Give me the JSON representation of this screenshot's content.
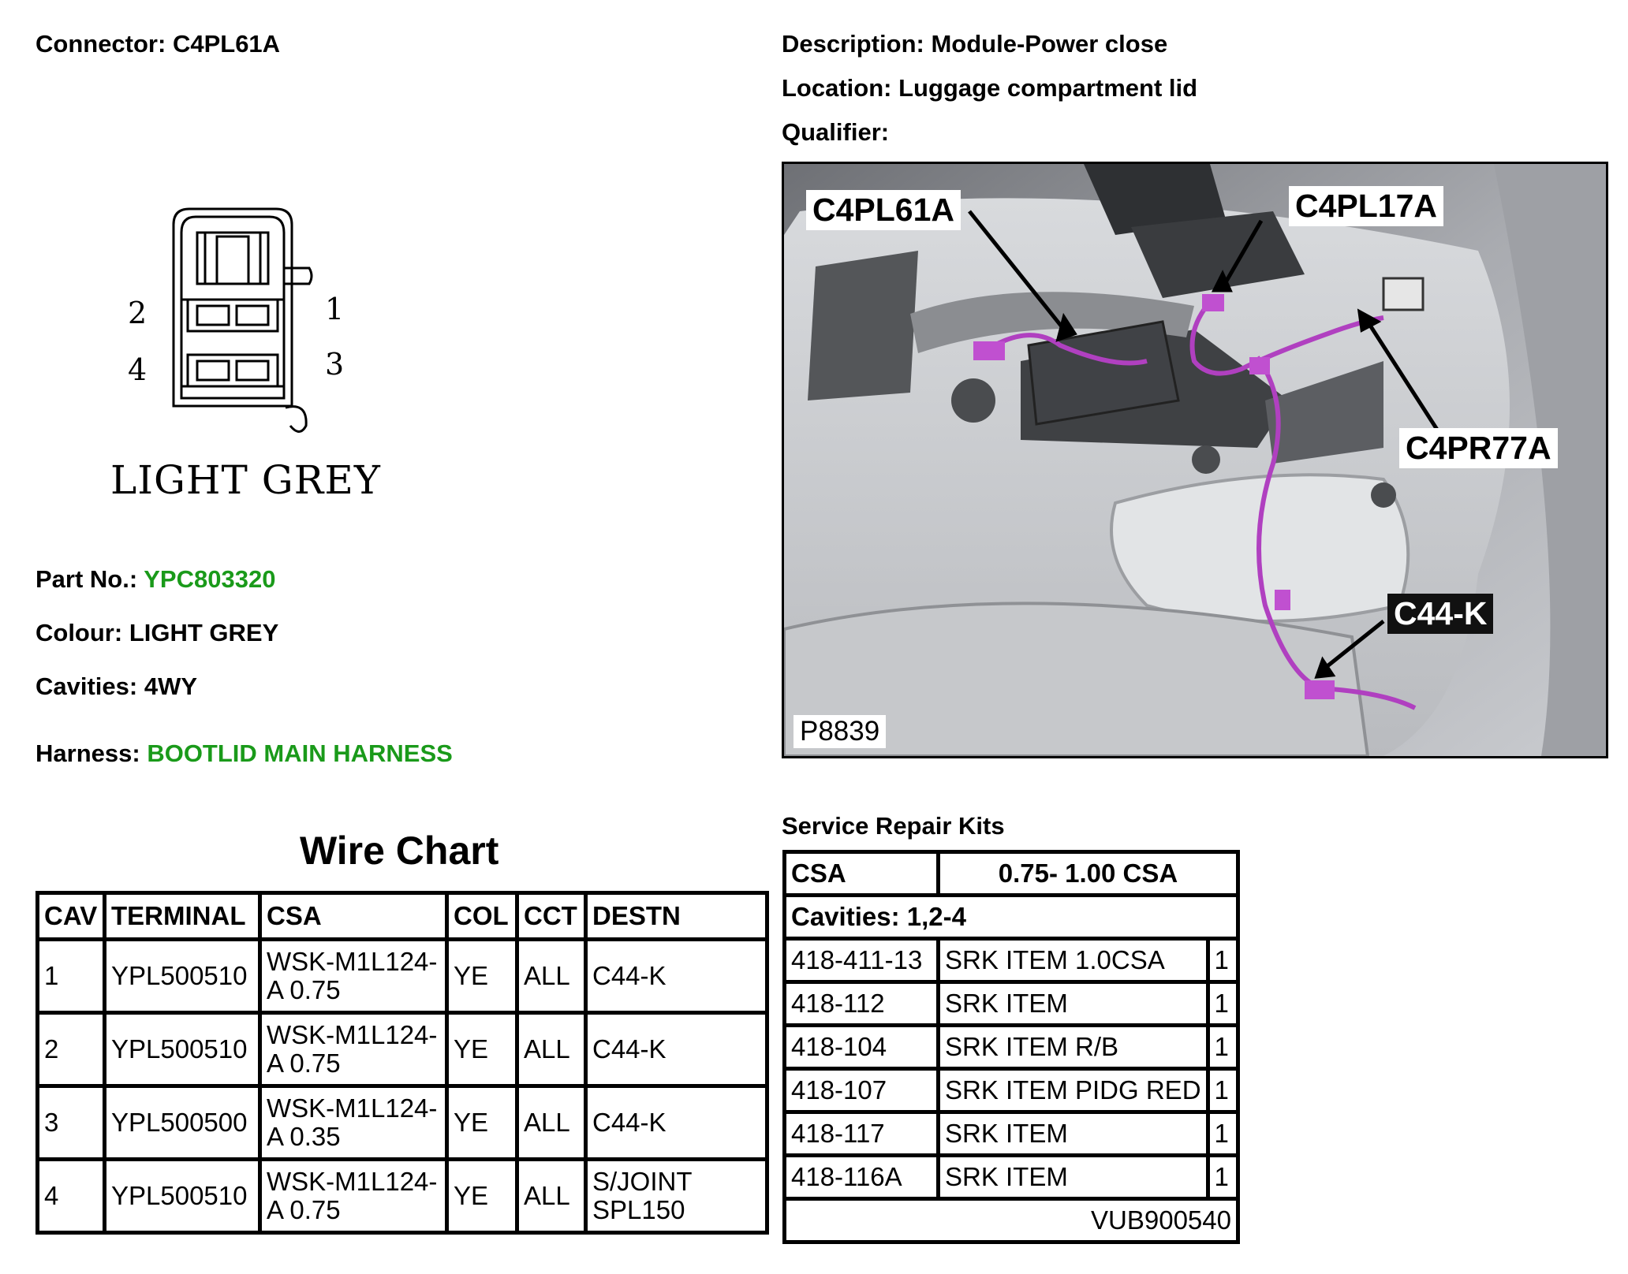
{
  "connector": {
    "label": "Connector:",
    "value": "C4PL61A"
  },
  "description": {
    "label": "Description:",
    "value": "Module-Power close"
  },
  "location": {
    "label": "Location:",
    "value": "Luggage compartment lid"
  },
  "qualifier": {
    "label": "Qualifier:",
    "value": ""
  },
  "drawing": {
    "pin_labels": [
      "2",
      "1",
      "4",
      "3"
    ],
    "caption": "LIGHT GREY"
  },
  "part_no": {
    "label": "Part No.:",
    "value": "YPC803320"
  },
  "colour": {
    "label": "Colour:",
    "value": "LIGHT GREY"
  },
  "cavities": {
    "label": "Cavities:",
    "value": "4WY"
  },
  "harness": {
    "label": "Harness:",
    "value": "BOOTLID MAIN HARNESS"
  },
  "photo": {
    "callouts": [
      "C4PL61A",
      "C4PL17A",
      "C4PR77A",
      "C44-K"
    ],
    "ref": "P8839"
  },
  "wire_chart": {
    "title": "Wire Chart",
    "headers": [
      "CAV",
      "TERMINAL",
      "CSA",
      "COL",
      "CCT",
      "DESTN"
    ],
    "rows": [
      {
        "cav": "1",
        "terminal": "YPL500510",
        "csa_1": "WSK-M1L124-",
        "csa_2": "A 0.75",
        "col": "YE",
        "cct": "ALL",
        "destn_1": "C44-K",
        "destn_2": ""
      },
      {
        "cav": "2",
        "terminal": "YPL500510",
        "csa_1": "WSK-M1L124-",
        "csa_2": "A 0.75",
        "col": "YE",
        "cct": "ALL",
        "destn_1": "C44-K",
        "destn_2": ""
      },
      {
        "cav": "3",
        "terminal": "YPL500500",
        "csa_1": "WSK-M1L124-",
        "csa_2": "A 0.35",
        "col": "YE",
        "cct": "ALL",
        "destn_1": "C44-K",
        "destn_2": ""
      },
      {
        "cav": "4",
        "terminal": "YPL500510",
        "csa_1": "WSK-M1L124-",
        "csa_2": "A 0.75",
        "col": "YE",
        "cct": "ALL",
        "destn_1": "S/JOINT",
        "destn_2": "SPL150"
      }
    ]
  },
  "service_kits": {
    "title": "Service Repair Kits",
    "csa_label": "CSA",
    "csa_value": "0.75- 1.00 CSA",
    "cavities": "Cavities: 1,2-4",
    "rows": [
      {
        "code": "418-411-13",
        "desc": "SRK ITEM 1.0CSA",
        "qty": "1"
      },
      {
        "code": "418-112",
        "desc": "SRK ITEM",
        "qty": "1"
      },
      {
        "code": "418-104",
        "desc": "SRK ITEM R/B",
        "qty": "1"
      },
      {
        "code": "418-107",
        "desc": "SRK ITEM PIDG RED",
        "qty": "1"
      },
      {
        "code": "418-117",
        "desc": "SRK ITEM",
        "qty": "1"
      },
      {
        "code": "418-116A",
        "desc": "SRK ITEM",
        "qty": "1"
      }
    ],
    "footer": "VUB900540"
  },
  "colors": {
    "accent_green": "#1a9a1a",
    "harness_purple": "#b040c0"
  }
}
